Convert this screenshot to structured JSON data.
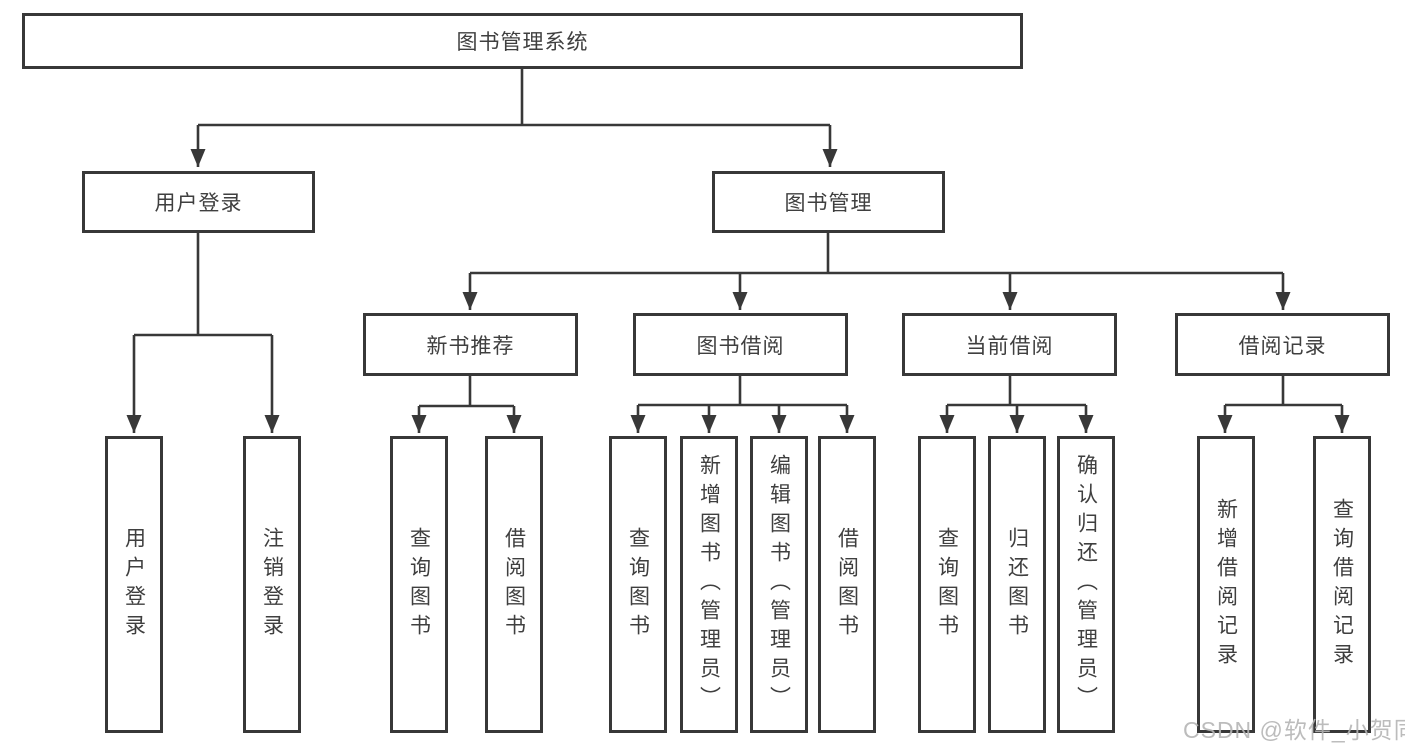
{
  "diagram": {
    "root": "图书管理系统",
    "level2": [
      "用户登录",
      "图书管理"
    ],
    "level3": [
      "新书推荐",
      "图书借阅",
      "当前借阅",
      "借阅记录"
    ],
    "leaves": [
      "用户登录",
      "注销登录",
      "查询图书",
      "借阅图书",
      "查询图书",
      "新增图书（管理员）",
      "编辑图书（管理员）",
      "借阅图书",
      "查询图书",
      "归还图书",
      "确认归还（管理员）",
      "新增借阅记录",
      "查询借阅记录"
    ]
  },
  "watermark": "CSDN @软件_小贺同学",
  "colors": {
    "line": "#383838",
    "text": "#3f3f3f",
    "watermark": "#b5b5b5",
    "background": "#ffffff"
  }
}
